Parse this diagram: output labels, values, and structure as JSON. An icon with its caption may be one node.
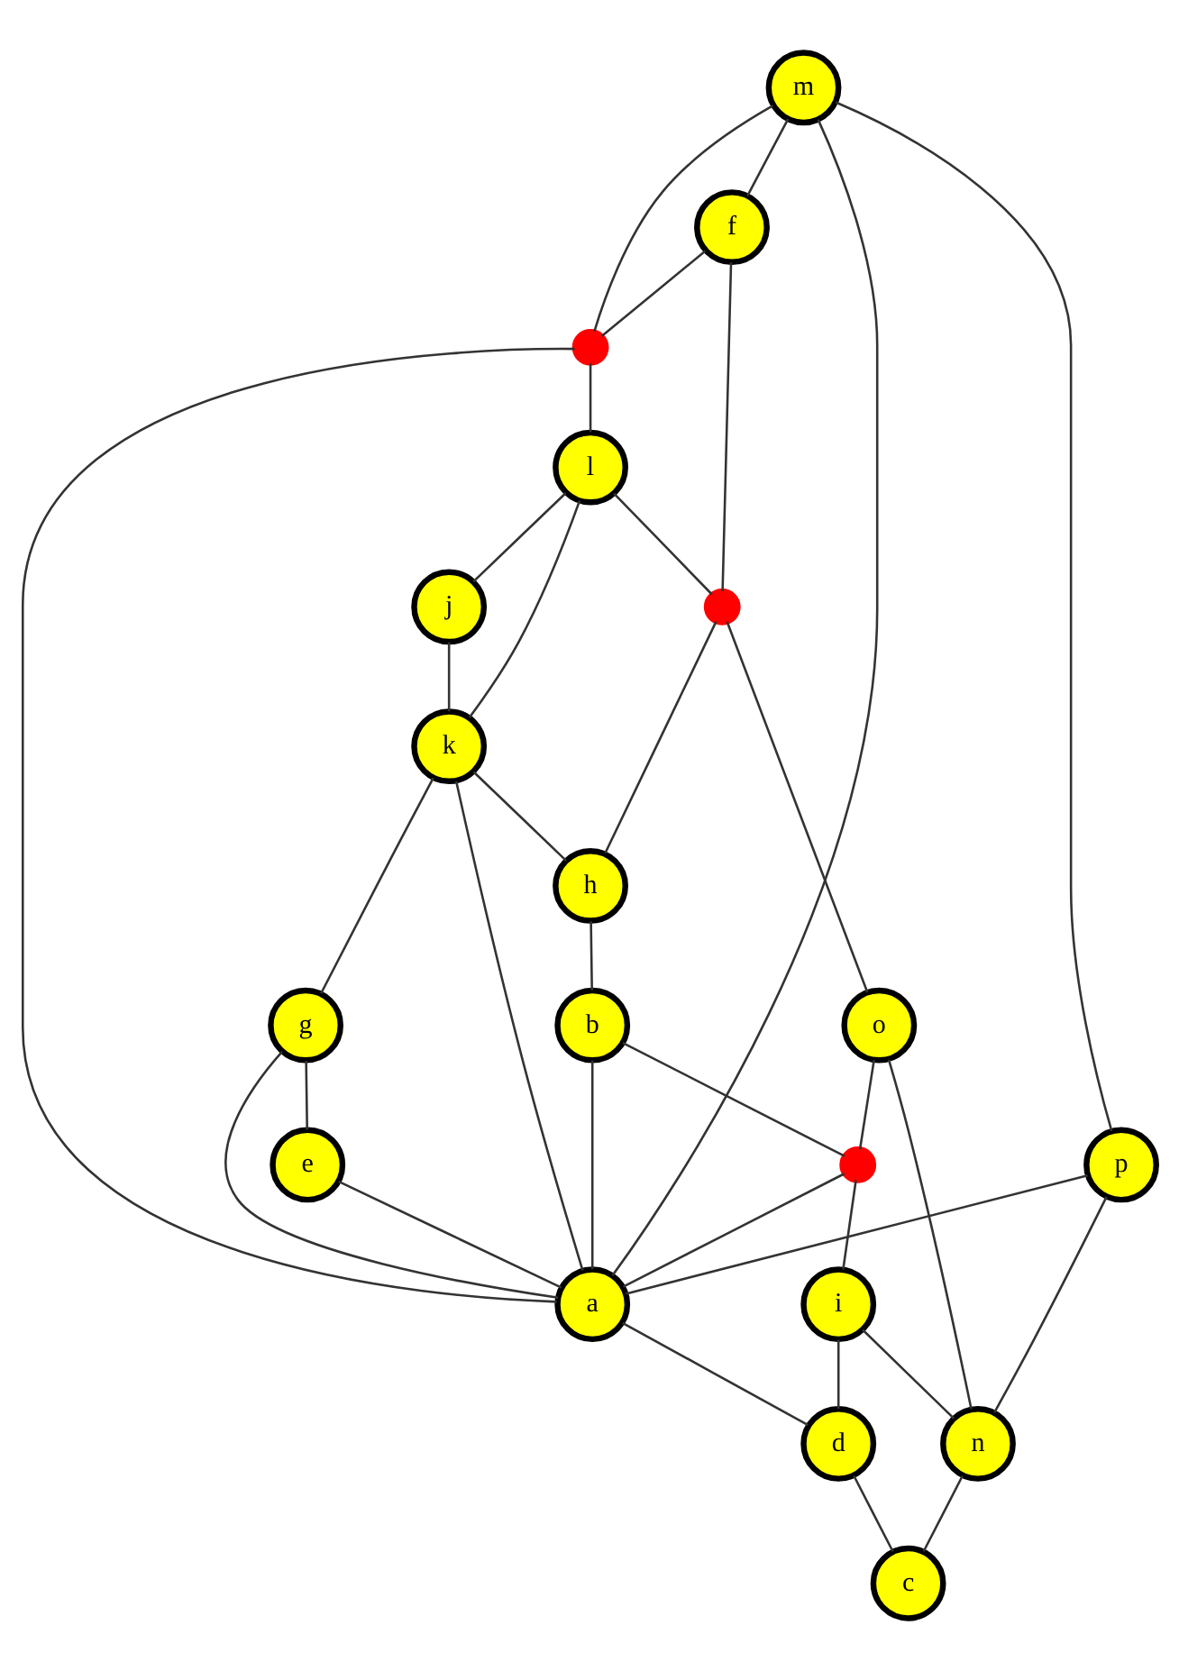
{
  "diagram": {
    "nodes": [
      {
        "text": [
          "m"
        ]
      },
      {
        "text": [
          "p"
        ]
      },
      {
        "text": [
          "f"
        ]
      },
      {
        "text": [],
        "shape": "circle"
      },
      {
        "text": [
          "l"
        ]
      },
      {
        "text": [
          "j"
        ]
      },
      {
        "text": [
          "k"
        ]
      },
      {
        "text": [
          "a"
        ]
      },
      {
        "text": [
          "g"
        ]
      },
      {
        "text": [
          "h"
        ]
      },
      {
        "text": [
          "e"
        ]
      },
      {
        "text": [],
        "shape": "circle"
      },
      {
        "text": [
          "b"
        ]
      },
      {
        "text": [
          "o"
        ]
      },
      {
        "text": [],
        "shape": "circle"
      },
      {
        "text": [
          "i"
        ]
      },
      {
        "text": [
          "d"
        ]
      },
      {
        "text": [
          "n"
        ]
      },
      {
        "text": [
          "c"
        ]
      }
    ],
    "edges": [
      {
        "from": 0,
        "to": 1,
        "arrow": "none"
      },
      {
        "from": 0,
        "to": 2,
        "arrow": "none"
      },
      {
        "from": 0,
        "to": 7,
        "arrow": "none"
      },
      {
        "from": 0,
        "to": 3,
        "arrow": "none"
      },
      {
        "from": 3,
        "to": 4,
        "arrow": "none"
      },
      {
        "from": 2,
        "to": 3,
        "arrow": "none"
      },
      {
        "from": 3,
        "to": 7,
        "arrow": "none"
      },
      {
        "from": 1,
        "to": 7,
        "arrow": "none"
      },
      {
        "from": 1,
        "to": 17,
        "arrow": "none"
      },
      {
        "from": 2,
        "to": 11,
        "arrow": "none"
      },
      {
        "from": 4,
        "to": 5,
        "arrow": "none"
      },
      {
        "from": 4,
        "to": 11,
        "arrow": "none"
      },
      {
        "from": 4,
        "to": 6,
        "arrow": "none"
      },
      {
        "from": 5,
        "to": 6,
        "arrow": "none"
      },
      {
        "from": 6,
        "to": 7,
        "arrow": "none"
      },
      {
        "from": 6,
        "to": 8,
        "arrow": "none"
      },
      {
        "from": 6,
        "to": 9,
        "arrow": "none"
      },
      {
        "from": 8,
        "to": 7,
        "arrow": "none"
      },
      {
        "from": 8,
        "to": 10,
        "arrow": "none"
      },
      {
        "from": 11,
        "to": 9,
        "arrow": "none"
      },
      {
        "from": 11,
        "to": 13,
        "arrow": "none"
      },
      {
        "from": 9,
        "to": 12,
        "arrow": "none"
      },
      {
        "from": 10,
        "to": 7,
        "arrow": "none"
      },
      {
        "from": 12,
        "to": 7,
        "arrow": "none"
      },
      {
        "from": 12,
        "to": 14,
        "arrow": "none"
      },
      {
        "from": 13,
        "to": 14,
        "arrow": "none"
      },
      {
        "from": 14,
        "to": 7,
        "arrow": "none"
      },
      {
        "from": 14,
        "to": 15,
        "arrow": "none"
      },
      {
        "from": 7,
        "to": 16,
        "arrow": "none"
      },
      {
        "from": 15,
        "to": 16,
        "arrow": "none"
      },
      {
        "from": 15,
        "to": 17,
        "arrow": "none"
      },
      {
        "from": 13,
        "to": 17,
        "arrow": "none"
      },
      {
        "from": 16,
        "to": 18,
        "arrow": "none"
      },
      {
        "from": 17,
        "to": 18,
        "arrow": "none"
      }
    ]
  }
}
